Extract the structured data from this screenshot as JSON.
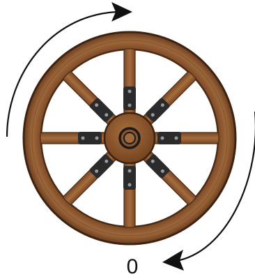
{
  "figure": {
    "subject": "wagon-wheel",
    "spoke_count": 8,
    "bolt_plate_count": 8,
    "rotation_arrows": [
      "clockwise-top-arc",
      "clockwise-bottom-arc"
    ],
    "label": "0"
  },
  "colors": {
    "background": "#ffffff",
    "arrow": "#111111",
    "wood_light": "#a0693c",
    "wood_mid": "#8a5530",
    "wood_dark": "#6a3d1f",
    "wood_outline": "#3e2210",
    "iron_plate": "#2b2b2b",
    "bolt_head": "#9a9a9a",
    "axle_hole": "#1a1a1a"
  }
}
